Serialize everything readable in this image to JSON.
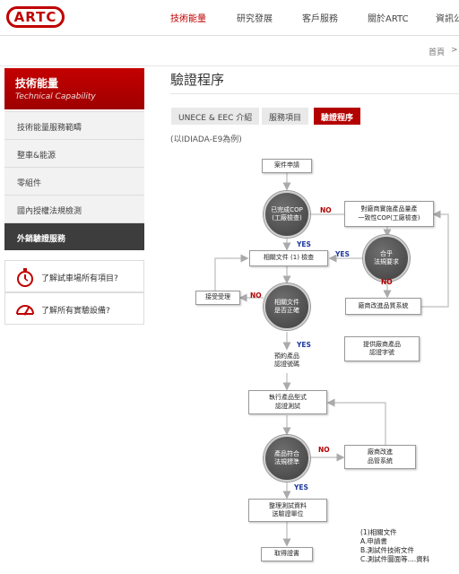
{
  "header": {
    "logo_text": "ARTC",
    "nav": [
      "技術能量",
      "研究發展",
      "客戶服務",
      "關於ARTC",
      "資訊公"
    ],
    "active_nav": 0
  },
  "breadcrumb": {
    "home": "首頁",
    "sep": ">"
  },
  "sidebar": {
    "title": "技術能量",
    "subtitle": "Technical Capability",
    "items": [
      "技術能量服務範疇",
      "整車&能源",
      "零組件",
      "國內授權法規檢測",
      "外銷驗證服務"
    ],
    "active_item": 4,
    "links": [
      "了解試車場所有項目?",
      "了解所有實驗設備?"
    ]
  },
  "main": {
    "title": "驗證程序",
    "tabs": [
      "UNECE & EEC 介紹",
      "服務項目",
      "驗證程序"
    ],
    "active_tab": 2,
    "note": "(以IDIADA-E9為例)"
  },
  "flow": {
    "start": "案件申請",
    "q_cop": "已完成COP\n(工廠檢查)",
    "cop_audit": "對廠商實施產品量產\n一致性COP(工廠檢查)",
    "q_regulation": "合乎\n法規要求",
    "improve_quality": "廠商改進品質系統",
    "check_docs": "相關文件 (1) 檢查",
    "accept": "接受受理",
    "q_docs": "相關文件\n是否正確",
    "provide_sample": "提供廠商產品\n認證字號",
    "book_sample": "預約產品\n認證號碼",
    "run_test": "執行產品型式\n認證測試",
    "q_standard": "產品符合\n法規標準",
    "improve_system": "廠商改進\n品管系統",
    "compile": "整理測試資料\n送驗證單位",
    "certificate": "取得證書",
    "yes": "YES",
    "no": "NO"
  },
  "legend": {
    "title": "(1)相關文件",
    "items": [
      "A.申請書",
      "B.測試件技術文件",
      "C.測試件圖面等....資料"
    ]
  },
  "colors": {
    "brand": "#c00000",
    "active_tab": "#b30000",
    "sidebar_active": "#3d3d3d",
    "yes": "#1e3a9e",
    "no": "#b00000"
  }
}
